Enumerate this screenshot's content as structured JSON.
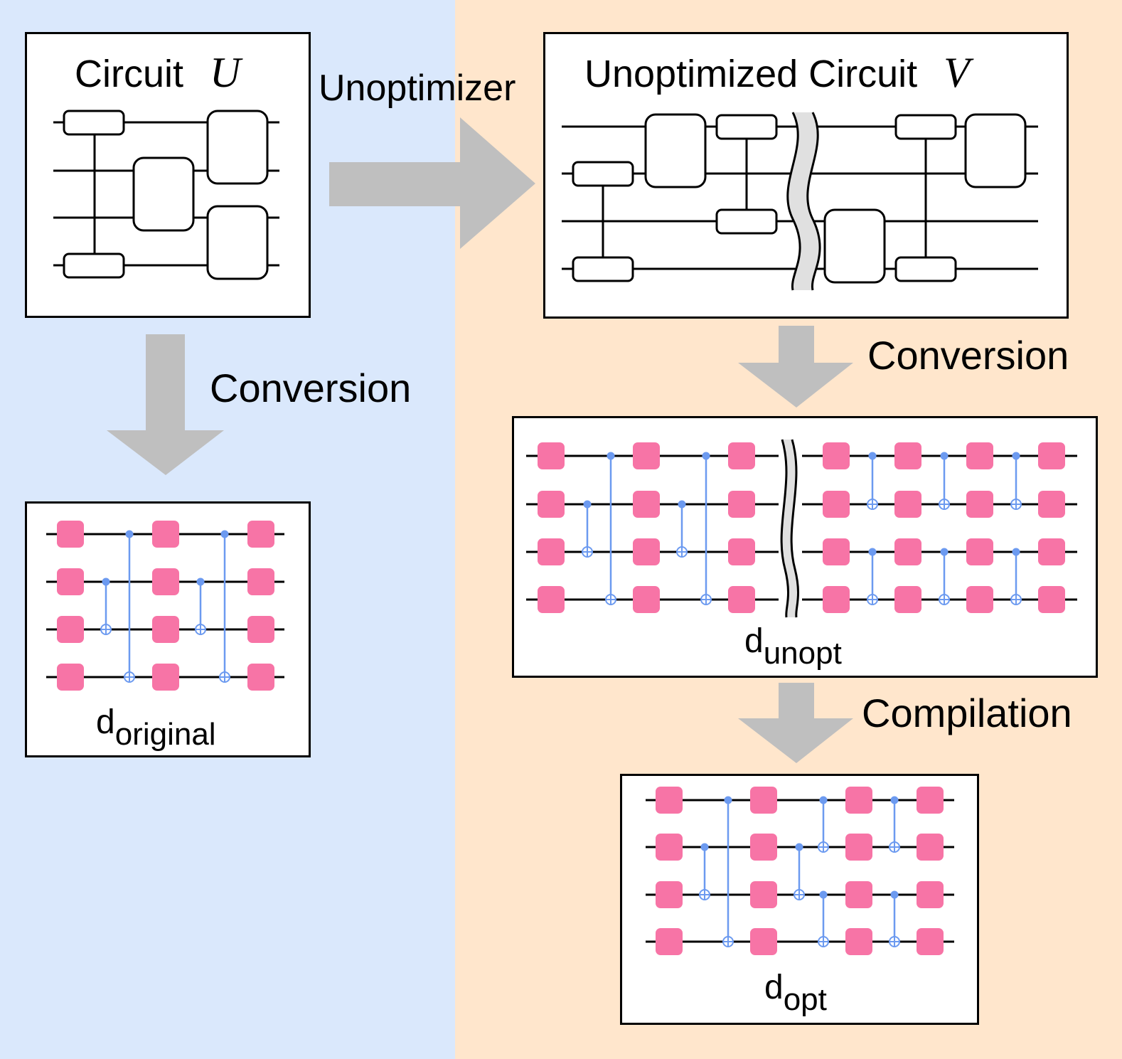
{
  "colors": {
    "left_bg": "#dae8fc",
    "right_bg": "#ffe6cc",
    "arrow": "#bfbfbf",
    "gate_pink": "#f774a6",
    "cnot_blue": "#6c9af0",
    "wavy_fill": "#e0e0e0"
  },
  "circuit_u": {
    "title": "Circuit",
    "symbol": "U"
  },
  "circuit_v": {
    "title": "Unoptimized Circuit",
    "symbol": "V"
  },
  "arrows": {
    "unoptimizer": "Unoptimizer",
    "conversion_left": "Conversion",
    "conversion_right": "Conversion",
    "compilation": "Compilation"
  },
  "diagrams": {
    "original": {
      "base": "d",
      "sub": "original"
    },
    "unopt": {
      "base": "d",
      "sub": "unopt"
    },
    "opt": {
      "base": "d",
      "sub": "opt"
    }
  },
  "icons": [
    "right-arrow-icon",
    "down-arrow-icon",
    "wavy-break-icon",
    "cnot-gate-icon",
    "single-qubit-gate-icon"
  ]
}
